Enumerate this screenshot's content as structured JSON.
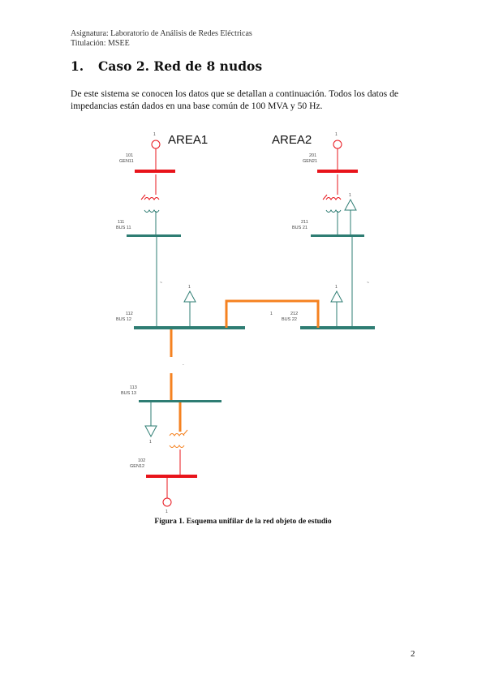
{
  "header": {
    "line1": "Asignatura: Laboratorio de Análisis de Redes Eléctricas",
    "line2": "Titulación: MSEE"
  },
  "section": {
    "number": "1.",
    "title": "Caso 2. Red de 8 nudos"
  },
  "paragraph": "De este sistema se conocen los datos que se detallan a continuación. Todos los datos de impedancias están dados en una base común de 100 MVA y 50 Hz.",
  "diagram": {
    "area1": "AREA1",
    "area2": "AREA2",
    "buses": {
      "b101": {
        "num": "101",
        "name": "GEN11"
      },
      "b201": {
        "num": "201",
        "name": "GEN21"
      },
      "b111": {
        "num": "111",
        "name": "BUS 11"
      },
      "b211": {
        "num": "211",
        "name": "BUS 21"
      },
      "b112": {
        "num": "112",
        "name": "BUS 12"
      },
      "b212": {
        "num": "212",
        "name": "BUS 22"
      },
      "b113": {
        "num": "113",
        "name": "BUS 13"
      },
      "b102": {
        "num": "102",
        "name": "GEN12"
      }
    },
    "tie_label": "1",
    "marker_label": "1",
    "colors": {
      "gen_bus": "#e8141b",
      "bus": "#2e7d73",
      "tie_line": "#f58220",
      "line": "#2e7d73"
    }
  },
  "caption": "Figura 1. Esquema unifilar de la red objeto de estudio",
  "page_number": "2"
}
